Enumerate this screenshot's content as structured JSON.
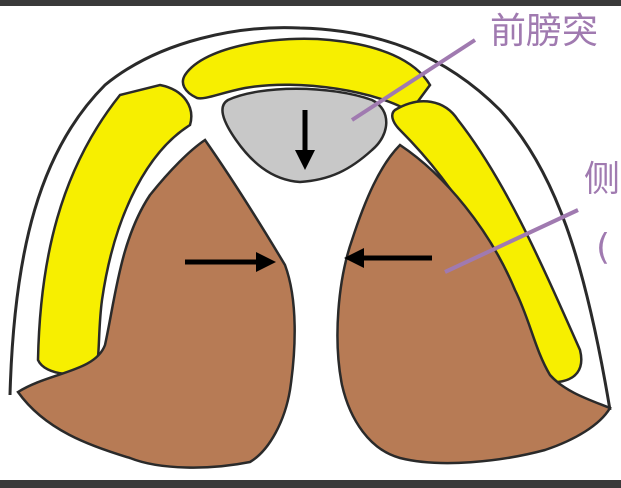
{
  "labels": {
    "top": "前膀突",
    "side": "侧",
    "side_paren": "("
  },
  "colors": {
    "yellow_band": "#f7ef00",
    "brown_lobe": "#b77b55",
    "gray_center": "#c8c8c8",
    "outline": "#2a2a2a",
    "leader_line": "#a07ab0",
    "arrow": "#000000",
    "frame": "#3a3a3a"
  },
  "arrows": [
    {
      "direction": "down",
      "region": "gray-center"
    },
    {
      "direction": "right",
      "region": "left-lobe-medial"
    },
    {
      "direction": "left",
      "region": "right-lobe-medial"
    }
  ]
}
